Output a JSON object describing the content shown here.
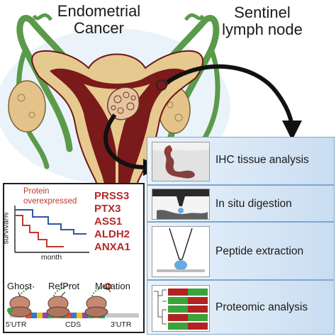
{
  "header": {
    "left_title": [
      "Endometrial",
      "Cancer"
    ],
    "right_title": [
      "Sentinel",
      "lymph node"
    ]
  },
  "workflow": {
    "steps": [
      {
        "label": "IHC tissue analysis"
      },
      {
        "label": "In situ digestion"
      },
      {
        "label": "Peptide extraction"
      },
      {
        "label": "Proteomic analysis"
      }
    ]
  },
  "panel": {
    "overexpressed_label": [
      "Protein",
      "overexpressed"
    ],
    "y_axis_label": "survival%",
    "x_axis_label": "month",
    "proteins": [
      "PRSS3",
      "PTX3",
      "ASS1",
      "ALDH2",
      "ANXA1"
    ],
    "peptide_types": [
      "Ghost",
      "RefProt",
      "Mutation"
    ],
    "region_labels": [
      "5'UTR",
      "CDS",
      "3'UTR"
    ]
  },
  "colors": {
    "uterus": "#7b1a1a",
    "tissue": "#e6c98f",
    "tube": "#5a9a4a",
    "tumor": "#e9c2a0",
    "ovary": "#e3c38a",
    "step_bg": "#c9ddf1",
    "protein_text": "#b52a2a",
    "curve_high": "#3454a6",
    "curve_low": "#c0392b",
    "heat_green": "#3aa33a",
    "heat_red": "#b22222"
  },
  "icons": [
    "curved-arrow-icon",
    "ribosome-icon",
    "pipette-icon"
  ]
}
